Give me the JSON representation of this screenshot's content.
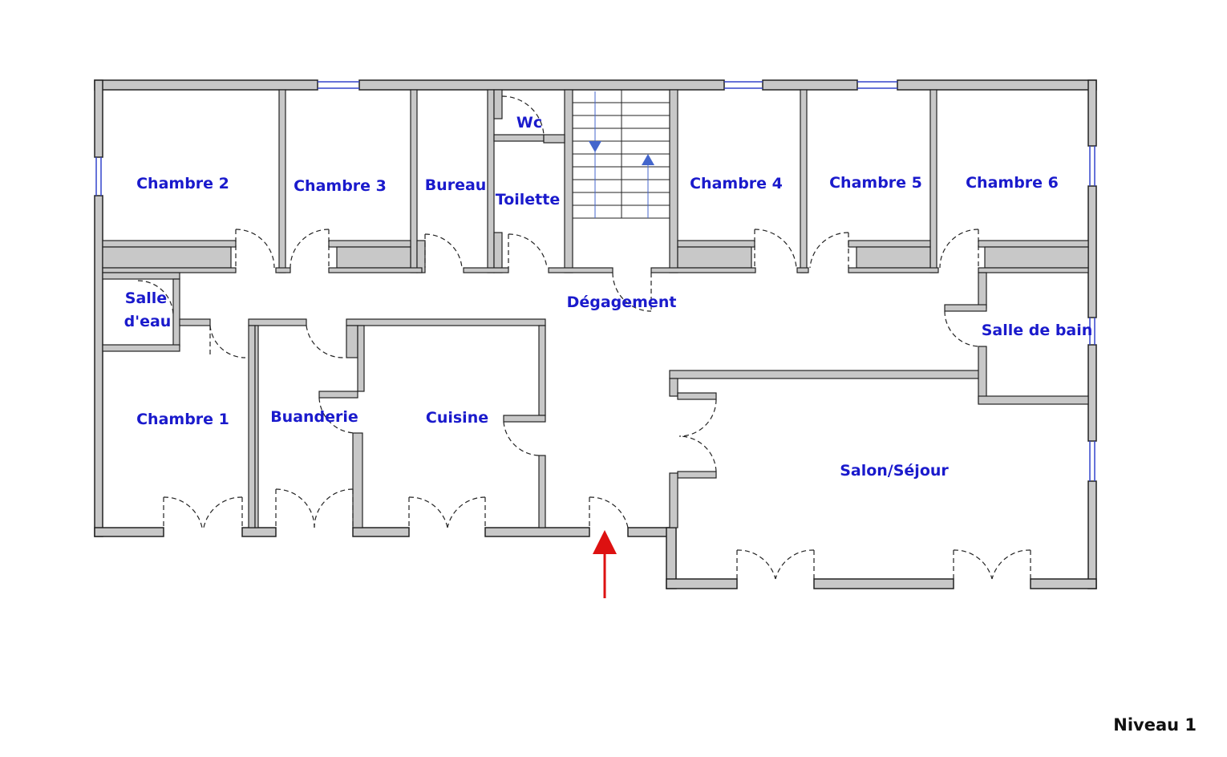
{
  "plan": {
    "level": "Niveau 1",
    "rooms": [
      {
        "id": "chambre-2",
        "label": "Chambre 2"
      },
      {
        "id": "chambre-3",
        "label": "Chambre 3"
      },
      {
        "id": "bureau",
        "label": "Bureau"
      },
      {
        "id": "wc",
        "label": "Wc"
      },
      {
        "id": "toilette",
        "label": "Toilette"
      },
      {
        "id": "chambre-4",
        "label": "Chambre 4"
      },
      {
        "id": "chambre-5",
        "label": "Chambre 5"
      },
      {
        "id": "chambre-6",
        "label": "Chambre 6"
      },
      {
        "id": "salle-deau-1",
        "label": "Salle"
      },
      {
        "id": "salle-deau-2",
        "label": "d'eau"
      },
      {
        "id": "degagement",
        "label": "Dégagement"
      },
      {
        "id": "salle-de-bain",
        "label": "Salle de bain"
      },
      {
        "id": "chambre-1",
        "label": "Chambre 1"
      },
      {
        "id": "buanderie",
        "label": "Buanderie"
      },
      {
        "id": "cuisine",
        "label": "Cuisine"
      },
      {
        "id": "salon",
        "label": "Salon/Séjour"
      }
    ],
    "colors": {
      "wall_fill": "#c8c8c8",
      "wall_stroke": "#222222",
      "label": "#1a1acc",
      "window": "#3344cc",
      "entrance_arrow": "#dd1111"
    }
  }
}
